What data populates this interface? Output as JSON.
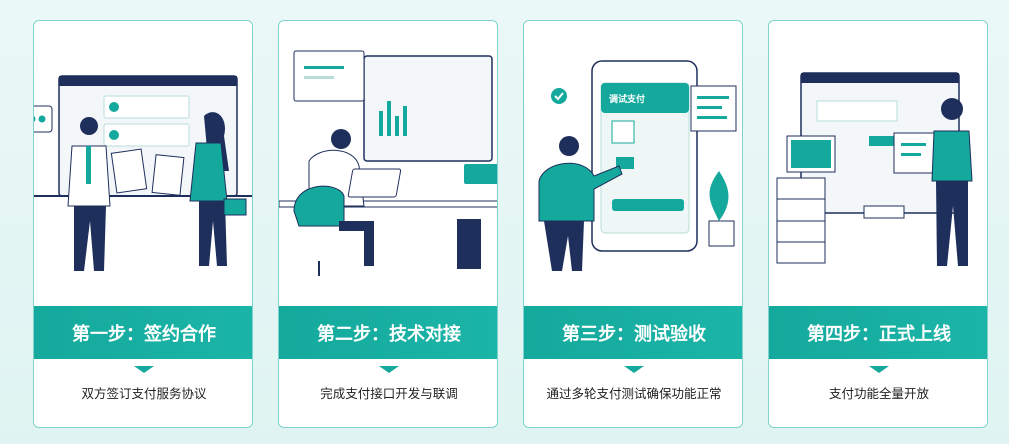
{
  "steps": [
    {
      "title": "第一步：签约合作",
      "desc": "双方签订支付服务协议"
    },
    {
      "title": "第二步：技术对接",
      "desc": "完成支付接口开发与联调"
    },
    {
      "title": "第三步：测试验收",
      "desc": "通过多轮支付测试确保功能正常",
      "phone_title": "调试支付"
    },
    {
      "title": "第四步：正式上线",
      "desc": "支付功能全量开放"
    }
  ],
  "colors": {
    "accent": "#14a99c",
    "navy": "#1e2f5c",
    "border": "#7fd3cc"
  }
}
